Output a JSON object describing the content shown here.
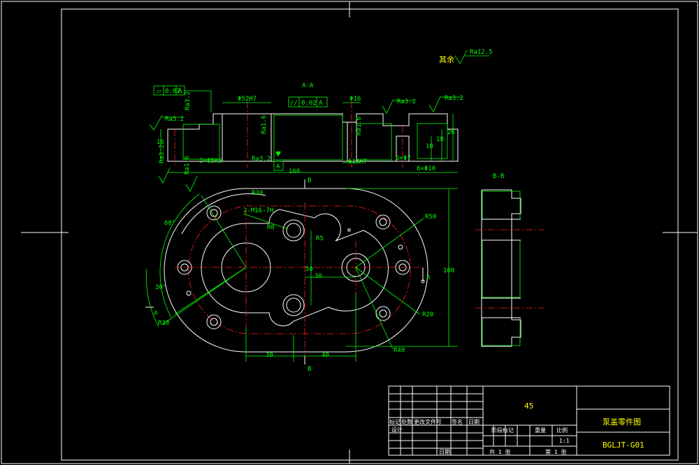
{
  "section_aa": {
    "label": "A-A",
    "flatness": {
      "symbol": "⏥",
      "value": "0.02",
      "datum": "A"
    },
    "parallelism": {
      "symbol": "//",
      "value": "0.02",
      "datum": "A"
    },
    "dims": {
      "d1": "Φ52H7",
      "d2": "Φ16",
      "d3": "Φ13H7",
      "d4": "2×Φ5H8",
      "d5": "6×Φ7",
      "d6": "6×Φ10",
      "len": "160",
      "h16": "16",
      "h10": "10",
      "h18": "18",
      "h26": "26"
    },
    "roughness": {
      "r1": "Ra3.2",
      "r2": "Ra3.2",
      "r3": "Ra1.6",
      "r4": "Ra3.2",
      "r5": "Ra3.2",
      "r6": "Ra3.2",
      "r7": "Ra3.2",
      "r8": "Ra1.6",
      "r9": "Ra3.2",
      "r10": "Ra1.6"
    },
    "datum": "A"
  },
  "rest_note": {
    "label": "其余",
    "value": "Ra12.5"
  },
  "section_bb": {
    "label": "B-B"
  },
  "plan": {
    "b_top": "B",
    "b_bottom": "B",
    "a_right": "A",
    "a_left": "A",
    "r30a": "R30",
    "tap": "2-M16-7H",
    "r8": "R8",
    "r5": "R5",
    "r50": "R50",
    "d50": "50",
    "d30": "30",
    "d190": "100",
    "r20": "R20",
    "r40": "R40",
    "r30b": "R30",
    "ang60": "60°",
    "ang30": "30°",
    "d30b": "30",
    "d40": "40"
  },
  "title_block": {
    "material": "45",
    "part_name": "泵盖零件图",
    "drawing_no": "BGLJT-G01",
    "scale": "1:1",
    "headers": {
      "mark": "标记",
      "count": "处数",
      "zone": "更改文件号",
      "sign": "签名",
      "date": "日期",
      "design": "设计",
      "stage": "阶段标记",
      "weight": "重量",
      "ratio": "比例",
      "total": "共 1 张",
      "sheet": "第 1 张"
    }
  }
}
